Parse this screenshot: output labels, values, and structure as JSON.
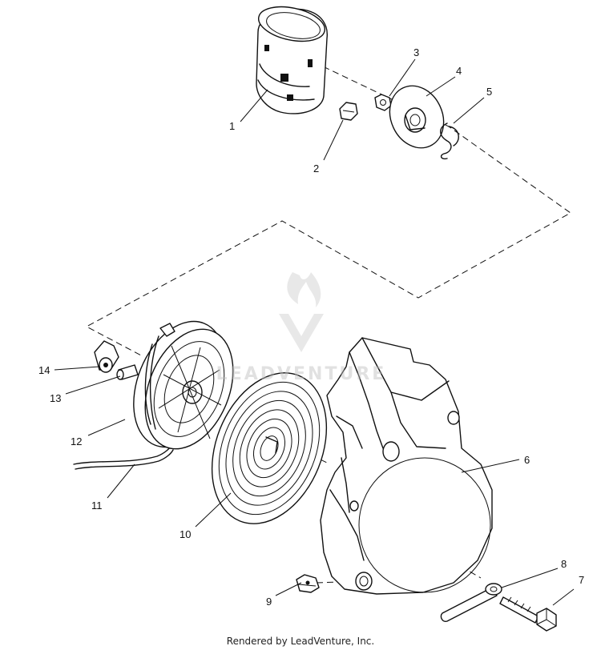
{
  "callouts": [
    {
      "num": "1"
    },
    {
      "num": "2"
    },
    {
      "num": "3"
    },
    {
      "num": "4"
    },
    {
      "num": "5"
    },
    {
      "num": "6"
    },
    {
      "num": "7"
    },
    {
      "num": "8"
    },
    {
      "num": "9"
    },
    {
      "num": "10"
    },
    {
      "num": "11"
    },
    {
      "num": "12"
    },
    {
      "num": "13"
    },
    {
      "num": "14"
    }
  ],
  "watermark": {
    "text": "LEADVENTURE"
  },
  "footer": {
    "text": "Rendered by LeadVenture, Inc."
  },
  "colors": {
    "ink": "#111111",
    "watermark": "#bdbdbd",
    "background": "#ffffff"
  }
}
